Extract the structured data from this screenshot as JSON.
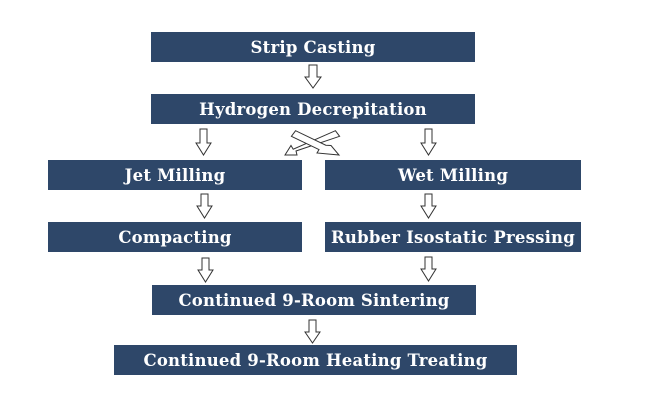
{
  "steps": {
    "strip_casting": "Strip Casting",
    "hydrogen_decrepitation": "Hydrogen Decrepitation",
    "jet_milling": "Jet Milling",
    "wet_milling": "Wet Milling",
    "compacting": "Compacting",
    "rubber_isostatic_pressing": "Rubber Isostatic Pressing",
    "continued_sintering": "Continued 9-Room Sintering",
    "continued_heat_treating": "Continued 9-Room Heating Treating"
  },
  "colors": {
    "box_fill": "#2e4769",
    "box_text": "#ffffff",
    "arrow_fill": "#ffffff",
    "arrow_stroke": "#333333"
  }
}
